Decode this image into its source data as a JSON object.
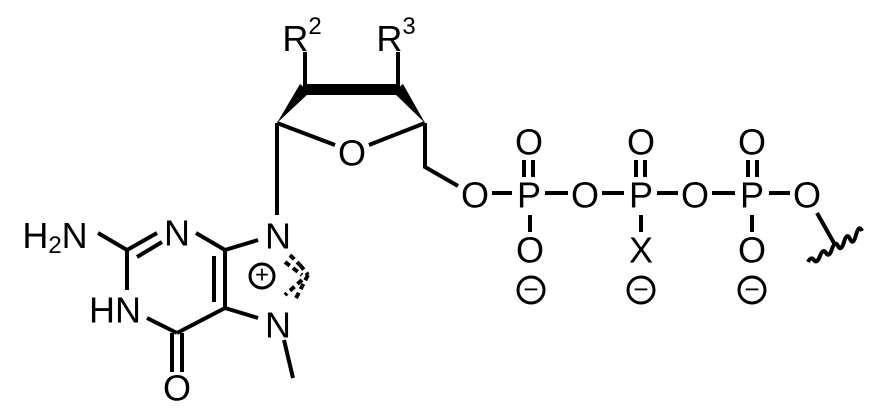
{
  "molecule": {
    "substituents": {
      "r2": "R",
      "r2_sup": "2",
      "r3": "R",
      "r3_sup": "3",
      "x": "X"
    },
    "atoms": {
      "amine": "H",
      "amine_sub": "2",
      "amine_n": "N",
      "n3": "N",
      "n1": "HN",
      "n9": "N",
      "n7": "N",
      "o6": "O",
      "ring_o": "O",
      "o5": "O",
      "p_alpha": "P",
      "o_bridge1": "O",
      "p_beta": "P",
      "o_bridge2": "O",
      "p_gamma": "P",
      "o_terminal": "O",
      "o_alpha_top": "O",
      "o_beta_top": "O",
      "o_gamma_top": "O",
      "o_alpha_bottom": "O",
      "o_gamma_bottom": "O"
    },
    "charges": {
      "plus": "+",
      "minus": "−"
    }
  }
}
